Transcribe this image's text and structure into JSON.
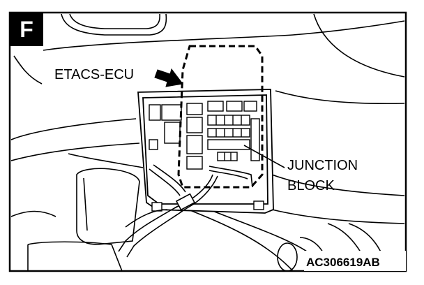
{
  "figure": {
    "section_letter": "F",
    "labels": {
      "etacs_ecu": "ETACS-ECU",
      "junction_block_line1": "JUNCTION",
      "junction_block_line2": "BLOCK",
      "figure_code": "AC306619AB"
    }
  }
}
